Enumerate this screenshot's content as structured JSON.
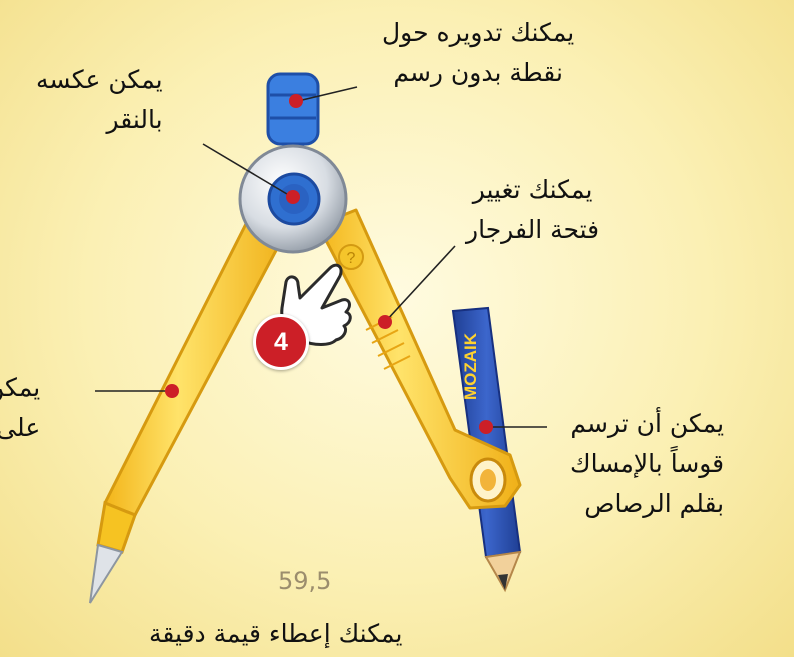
{
  "labels": {
    "rotate": [
      "يمكنك تدويره حول",
      "نقطة بدون رسم"
    ],
    "flip": [
      "يمكن عكسه",
      "بالنقر"
    ],
    "opening": [
      "يمكنك تغيير",
      "فتحة الفرجار"
    ],
    "left_cut": [
      "يمكن",
      "على"
    ],
    "draw_arc": [
      "يمكن أن ترسم",
      "قوساً بالإمساك",
      "بقلم الرصاص"
    ],
    "exact_value": "يمكنك إعطاء قيمة دقيقة"
  },
  "measure_value": "59,5",
  "step_badge": "4",
  "pencil_brand": "MOZAIK",
  "help_badge": "?",
  "colors": {
    "background": "#fbf0b4",
    "compass_yellow": "#ffd43a",
    "compass_outline": "#d69a10",
    "hinge_blue": "#2f6fd0",
    "pencil_blue": "#2a55b8",
    "marker_red": "#cc1f27"
  },
  "icons": [
    "hand-pointer-icon",
    "help-icon",
    "compass-icon",
    "pencil-icon"
  ]
}
